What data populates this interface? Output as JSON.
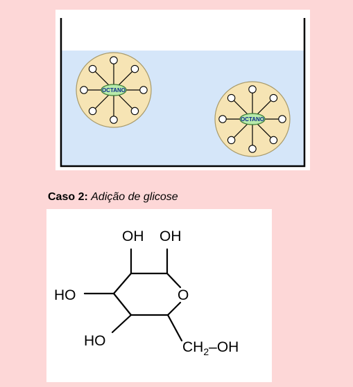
{
  "beaker": {
    "micelles": [
      {
        "label": "OCTANO"
      },
      {
        "label": "OCTANO"
      }
    ],
    "colors": {
      "water": "#d5e6f9",
      "micelle_fill": "#f6e4b4",
      "micelle_stroke": "#a89a6a",
      "core_fill": "#b7eaaa",
      "core_stroke": "#3a7a33",
      "label_color": "#0c2a8c"
    }
  },
  "caption": {
    "bold": "Caso 2:",
    "italic": "Adição de glicose"
  },
  "glucose": {
    "oh_top_left": "OH",
    "oh_top_right": "OH",
    "ho_left": "HO",
    "ring_oxygen": "O",
    "ho_bottom": "HO",
    "ch2_prefix": "CH",
    "ch2_subscript": "2",
    "ch2_suffix": "–OH"
  }
}
